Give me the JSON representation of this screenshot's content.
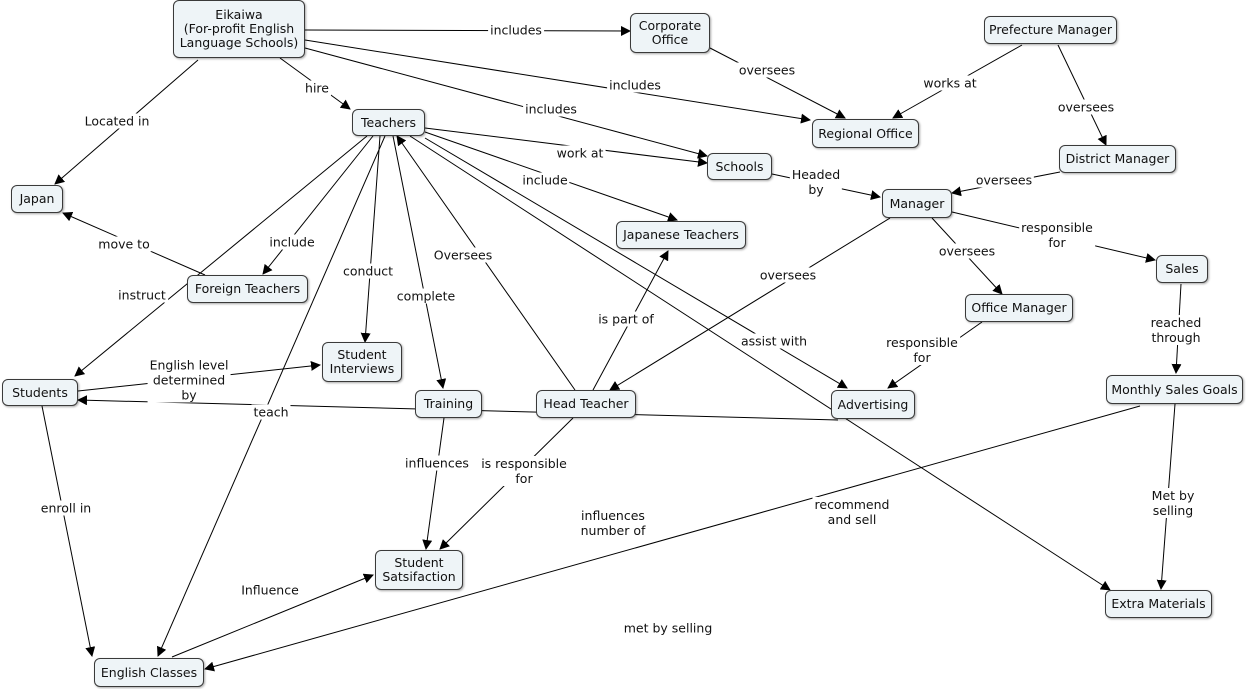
{
  "concepts": {
    "eikaiwa": "Eikaiwa\n(For-profit English\nLanguage Schools)",
    "corporate_office": "Corporate\nOffice",
    "prefecture_manager": "Prefecture Manager",
    "teachers": "Teachers",
    "regional_office": "Regional Office",
    "schools": "Schools",
    "district_manager": "District Manager",
    "japan": "Japan",
    "manager": "Manager",
    "japanese_teachers": "Japanese Teachers",
    "sales": "Sales",
    "foreign_teachers": "Foreign Teachers",
    "office_manager": "Office Manager",
    "student_interviews": "Student\nInterviews",
    "students": "Students",
    "monthly_sales_goals": "Monthly Sales Goals",
    "training": "Training",
    "head_teacher": "Head Teacher",
    "advertising": "Advertising",
    "student_satisfaction": "Student\nSatsifaction",
    "extra_materials": "Extra Materials",
    "english_classes": "English Classes"
  },
  "links": {
    "includes_corporate": "includes",
    "oversees_corporate": "oversees",
    "works_at": "works at",
    "includes_regional": "includes",
    "oversees_district": "oversees",
    "hire": "hire",
    "includes_schools": "includes",
    "located_in": "Located in",
    "work_at": "work at",
    "headed_by": "Headed\nby",
    "oversees_manager": "oversees",
    "include_japanese": "include",
    "responsible_sales": "responsible\nfor",
    "move_to": "move to",
    "include_foreign": "include",
    "oversees_head": "oversees",
    "oversees_office": "oversees",
    "conduct": "conduct",
    "oversees_teachers": "Oversees",
    "instruct": "instruct",
    "complete": "complete",
    "reached_through": "reached through",
    "is_part_of": "is part of",
    "english_level": "English level\ndetermined\nby",
    "responsible_advertising": "responsible\nfor",
    "assist_with": "assist with",
    "teach": "teach",
    "influences_satisfaction": "influences",
    "is_responsible_for": "is responsible\nfor",
    "met_by_selling_materials": "Met by selling",
    "enroll_in": "enroll in",
    "recommend_and_sell": "recommend\nand sell",
    "influences_number_of": "influences\nnumber of",
    "influence": "Influence",
    "met_by_selling_classes": "met by selling"
  }
}
